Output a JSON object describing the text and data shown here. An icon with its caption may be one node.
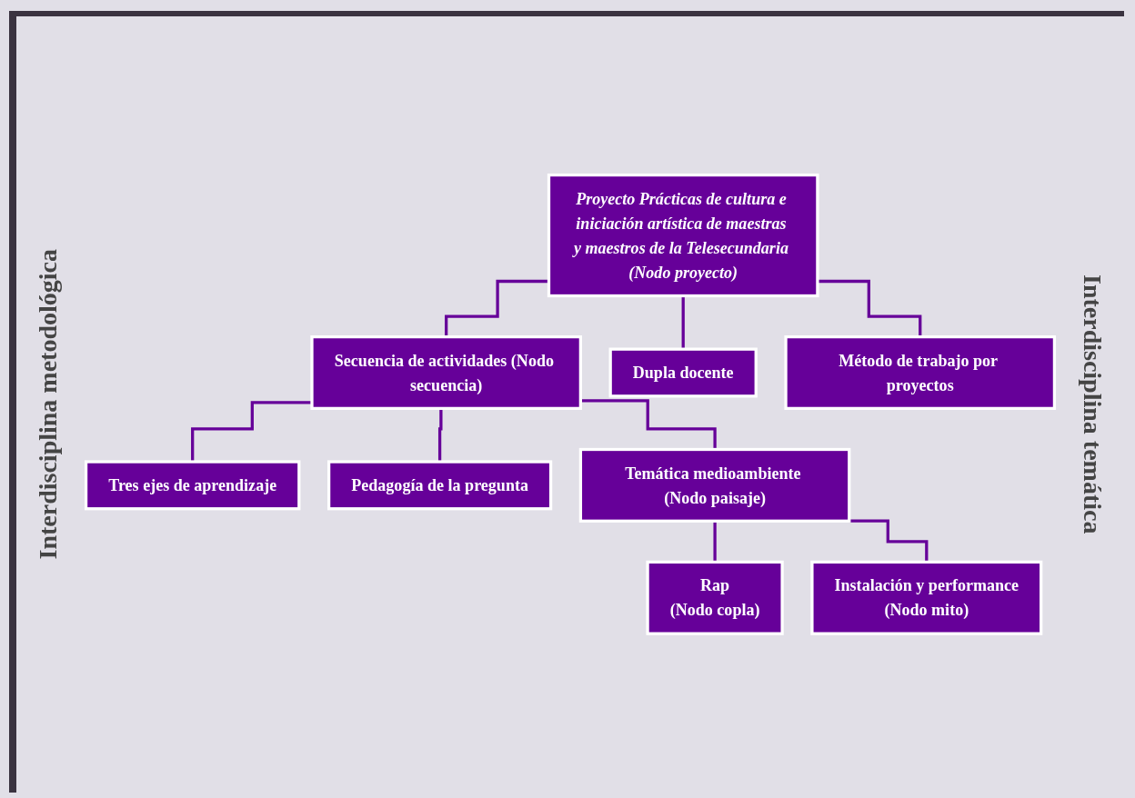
{
  "diagram": {
    "nodes": [
      {
        "text": [
          "Proyecto Prácticas de cultura e iniciación artística de maestras y maestros de la Telesecundaria (Nodo proyecto)"
        ]
      },
      {
        "text": [
          "Secuencia de actividades (Nodo secuencia)"
        ]
      },
      {
        "text": [
          "Dupla docente"
        ]
      },
      {
        "text": [
          "Método de trabajo por proyectos"
        ]
      },
      {
        "text": [
          "Tres ejes de aprendizaje"
        ]
      },
      {
        "text": [
          "Pedagogía de la pregunta"
        ]
      },
      {
        "text": [
          "Temática medioambiente (Nodo paisaje)"
        ]
      },
      {
        "text": [
          "Rap",
          "(Nodo copla)"
        ]
      },
      {
        "text": [
          "Instalación y performance",
          "(Nodo mito)"
        ]
      }
    ],
    "edges": [
      {
        "from": 0,
        "to": 1,
        "arrow": "none"
      },
      {
        "from": 0,
        "to": 2,
        "arrow": "none"
      },
      {
        "from": 0,
        "to": 3,
        "arrow": "none"
      },
      {
        "from": 1,
        "to": 4,
        "arrow": "none"
      },
      {
        "from": 1,
        "to": 5,
        "arrow": "none"
      },
      {
        "from": 1,
        "to": 6,
        "arrow": "none"
      },
      {
        "from": 6,
        "to": 7,
        "arrow": "none"
      },
      {
        "from": 6,
        "to": 8,
        "arrow": "none"
      }
    ],
    "labels": [
      "Interdisciplina metodológica",
      "Interdisciplina temática"
    ]
  }
}
